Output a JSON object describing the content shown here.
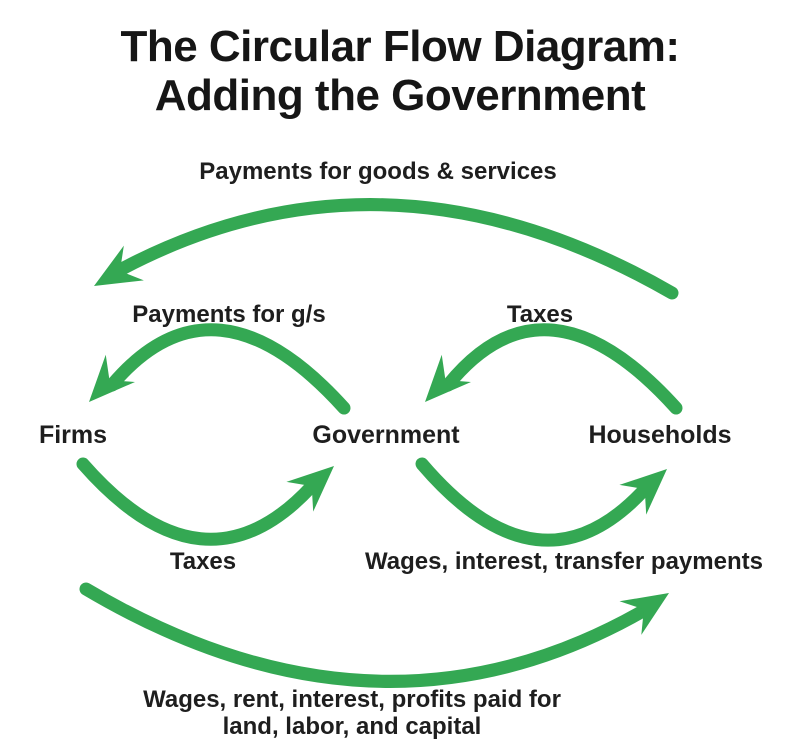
{
  "title": {
    "line1": "The Circular Flow Diagram:",
    "line2": "Adding the Government"
  },
  "nodes": {
    "firms": "Firms",
    "government": "Government",
    "households": "Households"
  },
  "flows": {
    "payments_goods_services": {
      "label": "Payments for goods & services",
      "from": "Households",
      "to": "Firms"
    },
    "payments_gs": {
      "label": "Payments for g/s",
      "from": "Government",
      "to": "Firms"
    },
    "taxes_households": {
      "label": "Taxes",
      "from": "Households",
      "to": "Government"
    },
    "taxes_firms": {
      "label": "Taxes",
      "from": "Firms",
      "to": "Government"
    },
    "wages_interest_transfer": {
      "label": "Wages, interest, transfer payments",
      "from": "Government",
      "to": "Households"
    },
    "factor_payments": {
      "label_line1": "Wages, rent, interest, profits paid for",
      "label_line2": "land, labor, and capital",
      "from": "Firms",
      "to": "Households"
    }
  },
  "colors": {
    "arrow_green": "#34a853",
    "text_black": "#1e1e1e"
  }
}
